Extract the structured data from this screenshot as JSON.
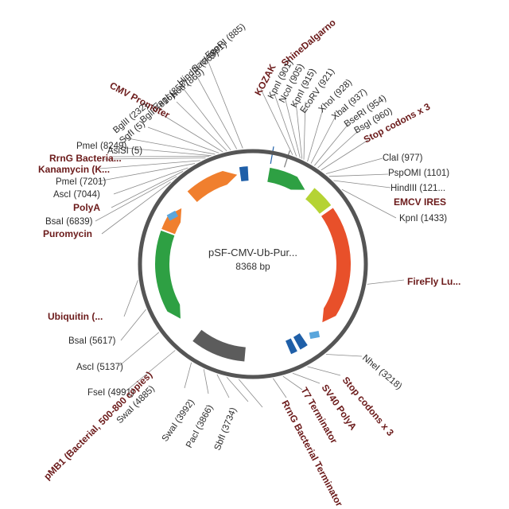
{
  "plasmid": {
    "name": "pSF-CMV-Ub-Pur...",
    "size": "8368 bp"
  },
  "colors": {
    "backbone": "#555555",
    "green": "#2ea043",
    "orange": "#f07f2e",
    "red_orange": "#e8502a",
    "lime": "#b5d334",
    "blue": "#1f5fa8",
    "light_blue": "#5aa6dc",
    "gray": "#5c5c5c",
    "feature_text": "#6b1a1a",
    "site_text": "#2b2b2b"
  },
  "sites": [
    {
      "text": "EcoRI (885)"
    },
    {
      "text": "SacI (881)"
    },
    {
      "text": "HindIII (869)"
    },
    {
      "text": "NotI (869)"
    },
    {
      "text": "EagI (858)"
    },
    {
      "text": "BglII (816)"
    },
    {
      "text": "BglII (232)"
    },
    {
      "text": "SgfI (5)"
    },
    {
      "text": "AsiSI (5)"
    },
    {
      "text": "PmeI (8249)"
    },
    {
      "text": "PmeI (7201)"
    },
    {
      "text": "AscI (7044)"
    },
    {
      "text": "BsaI (6839)"
    },
    {
      "text": "KpnI (901)"
    },
    {
      "text": "NcoI (905)"
    },
    {
      "text": "KpnI (915)"
    },
    {
      "text": "EcoRV (921)"
    },
    {
      "text": "XhoI (928)"
    },
    {
      "text": "XbaI (937)"
    },
    {
      "text": "BseRI (954)"
    },
    {
      "text": "BsgI (960)"
    },
    {
      "text": "ClaI (977)"
    },
    {
      "text": "PspOMI (1101)"
    },
    {
      "text": "HindIII (121..."
    },
    {
      "text": "KpnI (1433)"
    },
    {
      "text": "NheI (3218)"
    },
    {
      "text": "SbfI (3734)"
    },
    {
      "text": "PacI (3866)"
    },
    {
      "text": "SwaI (3992)"
    },
    {
      "text": "SwaI (4885)"
    },
    {
      "text": "FseI (4991)"
    },
    {
      "text": "AscI (5137)"
    },
    {
      "text": "BsaI (5617)"
    }
  ],
  "features": [
    {
      "text": "CMV Promoter"
    },
    {
      "text": "RrnG Bacteria..."
    },
    {
      "text": "Kanamycin (K..."
    },
    {
      "text": "PolyA"
    },
    {
      "text": "Puromycin"
    },
    {
      "text": "KOZAK"
    },
    {
      "text": "ShineDalgarno"
    },
    {
      "text": "Stop codons x 3"
    },
    {
      "text": "EMCV IRES"
    },
    {
      "text": "FireFly Lu..."
    },
    {
      "text": "Stop codons x 3"
    },
    {
      "text": "SV40 PolyA"
    },
    {
      "text": "T7 Terminator"
    },
    {
      "text": "RrnG Bacterial Terminator"
    },
    {
      "text": "pMB1 (Bacterial, 500-800 copies)"
    },
    {
      "text": "Ubiquitin (..."
    }
  ]
}
